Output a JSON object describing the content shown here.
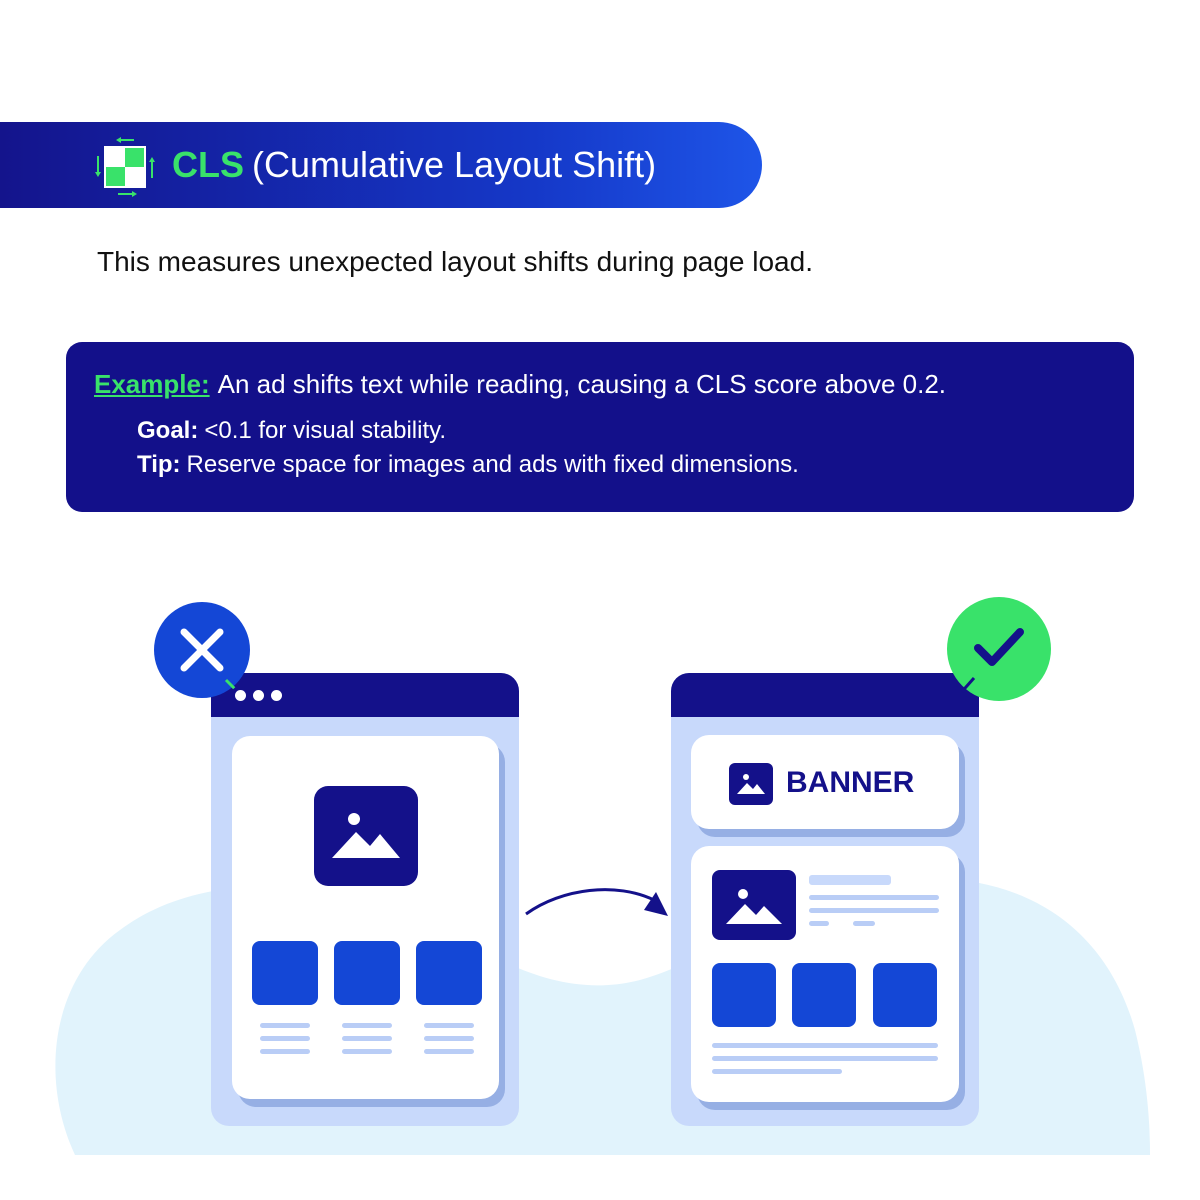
{
  "header": {
    "acronym": "CLS",
    "title": "(Cumulative Layout Shift)",
    "icon": "layout-shift-icon"
  },
  "subtitle": "This measures unexpected layout shifts during page load.",
  "example": {
    "label": "Example:",
    "text": "An ad shifts text while reading, causing a CLS score above 0.2.",
    "goal_label": "Goal:",
    "goal_text": "<0.1 for visual stability.",
    "tip_label": "Tip:",
    "tip_text": "Reserve space for images and ads with fixed dimensions."
  },
  "illustration": {
    "bad_badge_icon": "close-icon",
    "good_badge_icon": "checkmark-icon",
    "banner_label": "BANNER"
  },
  "colors": {
    "navy": "#14118a",
    "blue": "#1447d6",
    "green": "#39e26a",
    "light_blue": "#c8d9fb"
  }
}
